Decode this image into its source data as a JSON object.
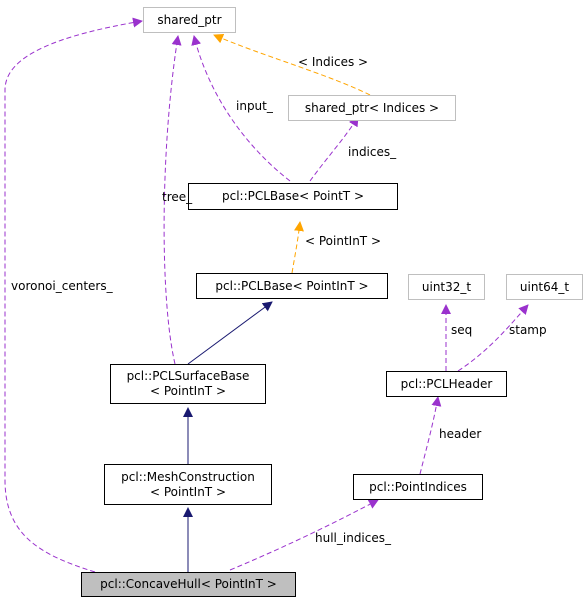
{
  "nodes": {
    "shared_ptr": "shared_ptr",
    "shared_ptr_indices": "shared_ptr< Indices >",
    "pcl_base_pointt": "pcl::PCLBase< PointT >",
    "pcl_base_pointint": "pcl::PCLBase< PointInT >",
    "surface_base_l1": "pcl::PCLSurfaceBase",
    "surface_base_l2": "< PointInT >",
    "mesh_construction_l1": "pcl::MeshConstruction",
    "mesh_construction_l2": "< PointInT >",
    "concave_hull": "pcl::ConcaveHull< PointInT >",
    "uint32_t": "uint32_t",
    "uint64_t": "uint64_t",
    "pcl_header": "pcl::PCLHeader",
    "point_indices": "pcl::PointIndices"
  },
  "edge_labels": {
    "indices_template": "< Indices >",
    "input": "input_",
    "indices": "indices_",
    "tree": "tree_",
    "pointint_template": "< PointInT >",
    "voronoi_centers": "voronoi_centers_",
    "seq": "seq",
    "stamp": "stamp",
    "header": "header",
    "hull_indices": "hull_indices_"
  },
  "colors": {
    "inheritance": "#191970",
    "usage": "#9a32cd",
    "template": "#ffa500",
    "external_border": "#bfbfbf",
    "current_fill": "#bfbfbf"
  }
}
